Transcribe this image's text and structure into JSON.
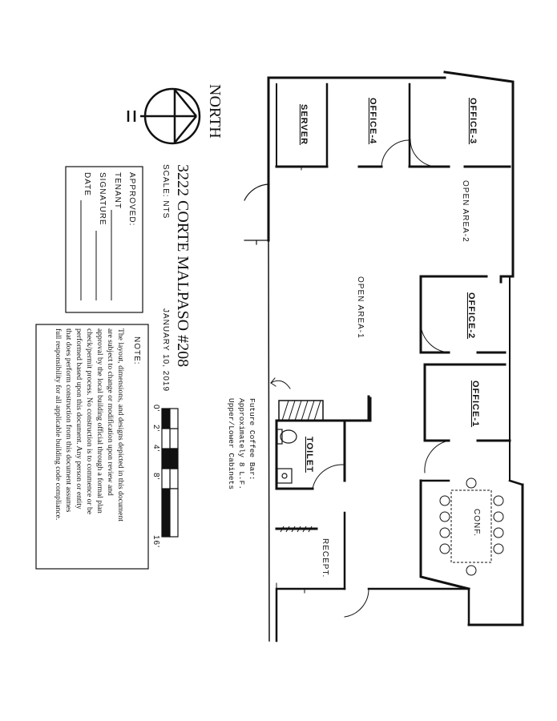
{
  "drawing": {
    "title": "3222 CORTE MALPASO #208",
    "scale": "SCALE: NTS",
    "date": "JANUARY 10, 2019",
    "north": "NORTH",
    "scale_bar_ticks": [
      "0'",
      "2'",
      "4'",
      "8'",
      "16'"
    ]
  },
  "approval": {
    "heading": "APPROVED:",
    "tenant": "TENANT",
    "signature": "SIGNATURE",
    "date": "DATE"
  },
  "note": {
    "heading": "NOTE:",
    "lines": [
      "The layout, dimensions, and designs depicted in this document",
      "are subject to change or modification upon review and",
      "approval by the local building official through a formal plan",
      "check/permit process. No construction is to commence or be",
      "performed based upon this document. Any person or entity",
      "that does perform construction from this document assumes",
      "full responsibility for all applicable building code compliance."
    ]
  },
  "rooms": {
    "server": "SERVER",
    "office4": "OFFICE-4",
    "office3": "OFFICE-3",
    "open_area_2": "OPEN AREA-2",
    "open_area_1": "OPEN AREA-1",
    "office2": "OFFICE-2",
    "office1": "OFFICE-1",
    "toilet": "TOILET",
    "conf": "CONF.",
    "recept": "RECEPT."
  },
  "coffee_bar": {
    "lines": [
      "Future Coffee Bar:",
      "Approximately 8 L.F.",
      "Upper/Lower Cabinets"
    ]
  }
}
